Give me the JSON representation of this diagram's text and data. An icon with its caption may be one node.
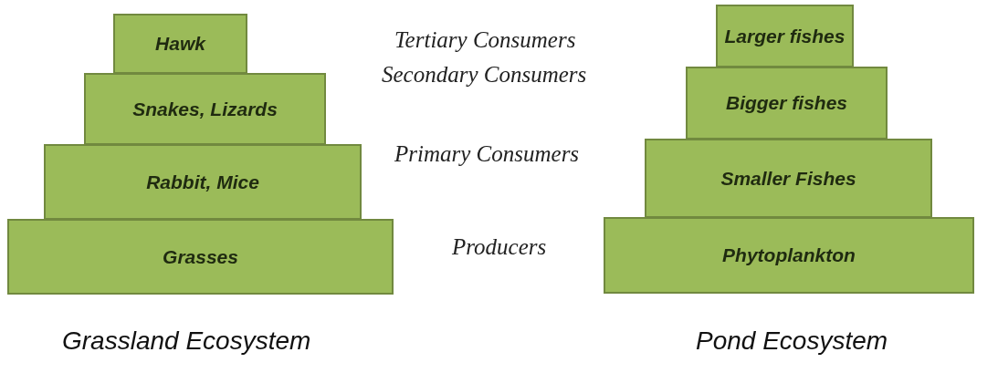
{
  "diagram": {
    "nodes": [
      {
        "text": [
          "Hawk"
        ]
      },
      {
        "text": [
          "Larger fishes"
        ]
      },
      {
        "text": [
          "Snakes, Lizards"
        ]
      },
      {
        "text": [
          "Bigger fishes"
        ]
      },
      {
        "text": [
          "Rabbit, Mice"
        ]
      },
      {
        "text": [
          "Smaller Fishes"
        ]
      },
      {
        "text": [
          "Grasses"
        ]
      },
      {
        "text": [
          "Phytoplankton"
        ]
      }
    ],
    "labels": [
      "Tertiary Consumers",
      "Secondary Consumers",
      "Primary Consumers",
      "Producers",
      "Grassland Ecosystem",
      "Pond Ecosystem"
    ]
  }
}
